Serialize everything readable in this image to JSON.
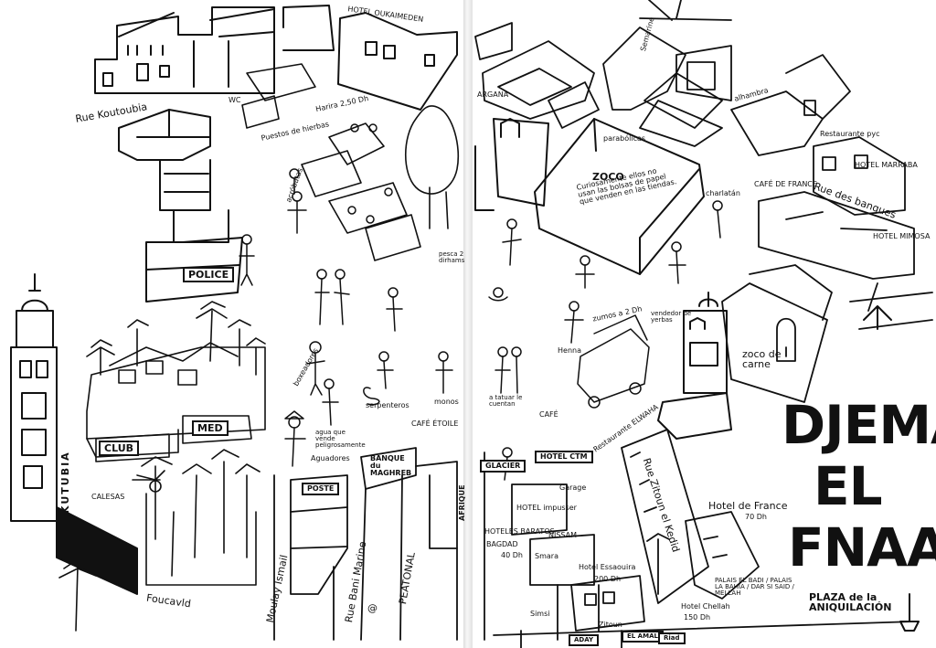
{
  "title": {
    "line1": "DJEMA",
    "line2": "EL",
    "line3": "FNAA"
  },
  "subtitle": "PLAZA de la ANIQUILACIÓN",
  "streets": {
    "koutoubia": "Rue Koutoubia",
    "moulay_ismail": "Moulay Ismail",
    "bani_marine": "Rue Bani Marine",
    "peatonal": "PEATONAL",
    "zitoun": "Rue Zitoun el Kedid",
    "semarine": "Semarine",
    "des_banques": "Rue des banques",
    "foucavld": "Foucavld",
    "zitoun_bottom": "Zitoun"
  },
  "hotels": {
    "oukaimeden": "HOTEL OUKAIMEDEN",
    "ctm": "HOTEL CTM",
    "marraba": "HOTEL MARRABA",
    "mimosa": "HOTEL MIMOSA",
    "impusser": "HOTEL impusser",
    "baratos": "HOTELES BARATOS",
    "nissam": "NISSAM",
    "essaouira": "Hotel Essaouira",
    "essaouira_price": "200 Dh",
    "france": "Hotel de France",
    "france_price": "70 Dh",
    "chellah": "Hotel Chellah",
    "chellah_price": "150 Dh",
    "bagdad": "BAGDAD"
  },
  "places": {
    "police": "POLICE",
    "club_med_1": "CLUB",
    "club_med_2": "MED",
    "kutubia": "KUTUBIA",
    "calesas": "CALESAS",
    "poste": "POSTE",
    "banque": "BANQUE du MAGHREB",
    "glacier": "GLACIER",
    "garage": "Garage",
    "cafe_etoile": "CAFÉ ÉTOILE",
    "restaurante_elwaha": "Restaurante ELWAHA",
    "cafe_france": "CAFÉ DE FRANCE",
    "restaurante_pyc": "Restaurante pyc",
    "zoco_carne": "zoco de carne",
    "zoco": "ZOCO",
    "zoco_note": "Curiosamente ellos no usan las bolsas de papel que venden en las tiendas.",
    "argana": "ARGANA",
    "alhambra": "alhambra",
    "parabolicas": "parabólicas",
    "puestos": "Puestos de hierbas",
    "harira": "Harira 2,50 Dh",
    "wc": "WC",
    "acrobatas": "acróbatas",
    "boxeadores": "boxeadores",
    "serpenteros": "serpenteros",
    "monos": "monos",
    "pesca": "pesca 2 dirhams",
    "aguadores": "Aguadores",
    "aguas_note": "agua que vende peligrosamente",
    "henna": "Henna",
    "zumos": "zumos a 2 Dh",
    "vendedor": "vendedor de yerbas",
    "charlatan": "charlatán",
    "tatuaje": "a tatuar le cuentan",
    "cafe_small": "CAFÉ",
    "el_amal": "EL AMAL",
    "riad": "Riad",
    "aday": "ADAY",
    "smara": "Smara",
    "simsi": "Simsi",
    "afrique": "AFRIQUE",
    "palaces": "PALAIS EL BADI / PALAIS LA BAHIA / DAR SI SAID / MELLAH",
    "bagdad_price": "40 Dh",
    "cyber": "@"
  }
}
